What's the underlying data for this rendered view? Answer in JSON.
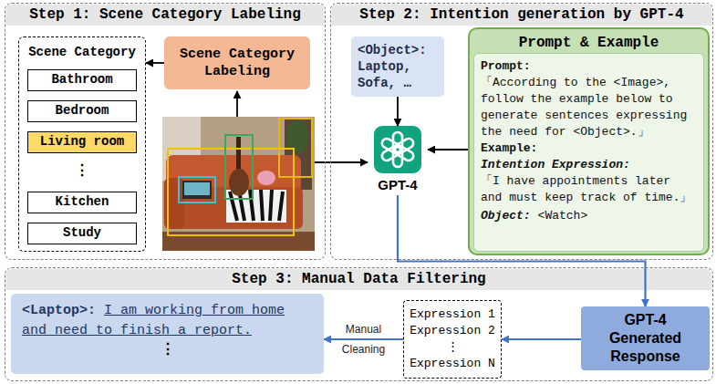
{
  "diagram": {
    "nodes": [
      {
        "text": [
          "Step 1: Scene Category Labeling"
        ]
      },
      {
        "text": [
          "Scene Category",
          "⋮"
        ],
        "in": 0
      },
      {
        "text": [
          "Bathroom"
        ],
        "in": 1
      },
      {
        "text": [
          "Bedroom"
        ],
        "in": 1
      },
      {
        "text": [
          "Living room"
        ],
        "in": 1
      },
      {
        "text": [
          "Kitchen"
        ],
        "in": 1
      },
      {
        "text": [
          "Study"
        ],
        "in": 1
      },
      {
        "text": [
          "Scene Category Labeling"
        ],
        "in": 0
      },
      {
        "text": [
          "Step 2: Intention generation by GPT-4"
        ]
      },
      {
        "text": [
          "<Object>: Laptop, Sofa, …"
        ],
        "in": 8
      },
      {
        "text": [
          "GPT-4"
        ],
        "in": 8
      },
      {
        "text": [
          "Prompt & Example"
        ],
        "in": 8
      },
      {
        "text": [
          "Prompt:",
          "「According to the <Image>, follow the example below to generate sentences expressing the need for <Object>.」",
          "Example:",
          "Intention Expression:",
          "「I have appointments later and must keep track of time.」",
          "Object:",
          "<Watch>"
        ],
        "in": 11
      },
      {
        "text": [
          "Step 3: Manual Data Filtering"
        ]
      },
      {
        "text": [
          "<Laptop>:",
          "I am working from home and need to finish a report.",
          "⋮"
        ],
        "in": 13
      },
      {
        "text": [
          "Expression 1",
          "Expression 2",
          "⋮",
          "Expression N"
        ],
        "in": 13
      },
      {
        "text": [
          "GPT-4 Generated Response"
        ],
        "in": 13
      }
    ],
    "edges": [
      {
        "from": 7,
        "to": 1,
        "arrow": "to"
      },
      {
        "from": 9,
        "to": 10,
        "arrow": "to"
      },
      {
        "from": 11,
        "to": 10,
        "arrow": "to"
      },
      {
        "from": 10,
        "to": 16,
        "arrow": "to"
      },
      {
        "from": 16,
        "to": 15,
        "arrow": "to"
      },
      {
        "from": 15,
        "to": 14,
        "label": "Manual Cleaning",
        "arrow": "to"
      }
    ]
  }
}
